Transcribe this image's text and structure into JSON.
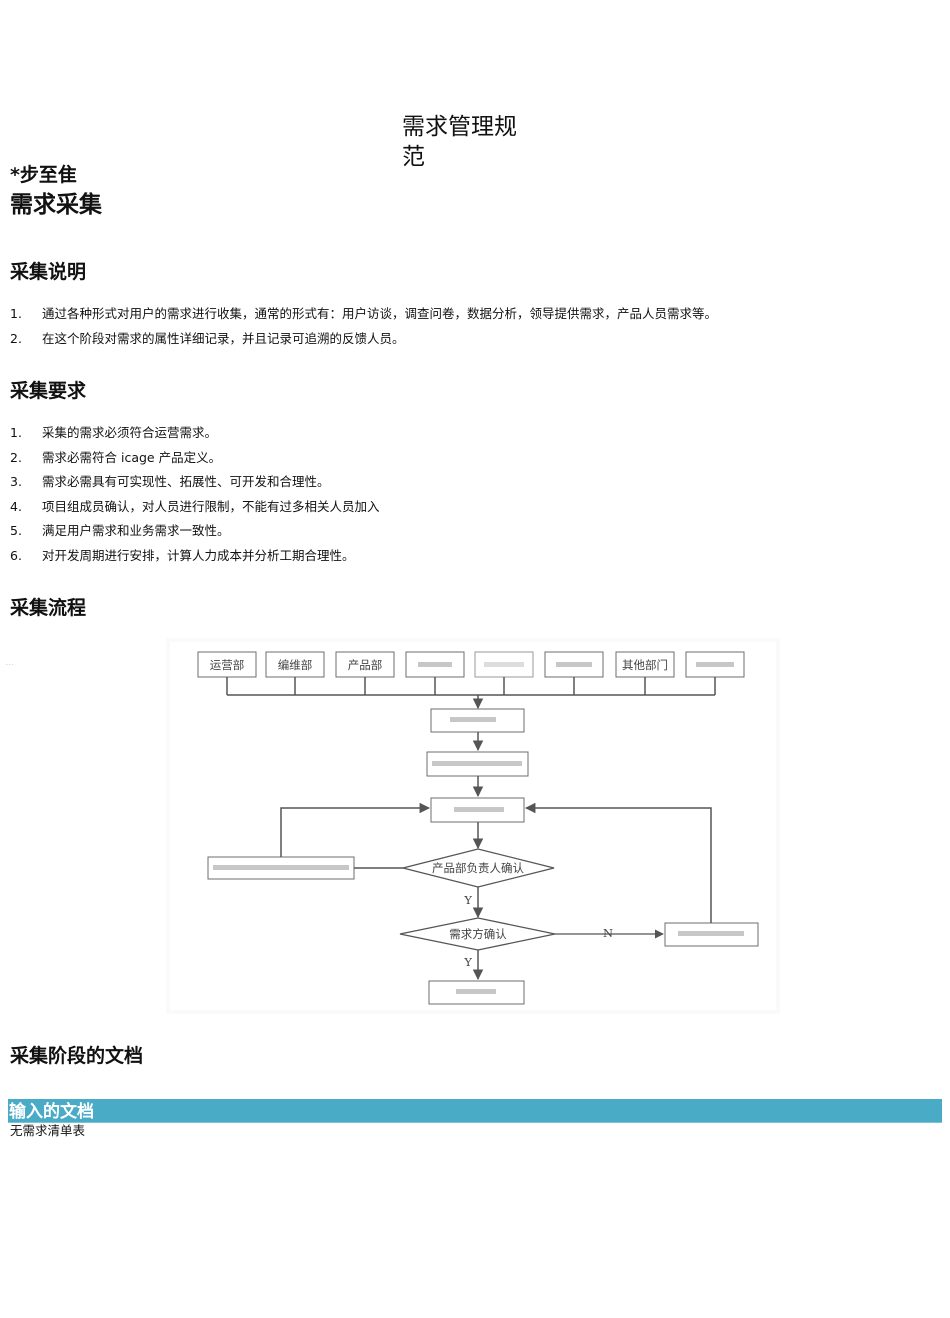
{
  "document": {
    "title": "需求管理规范",
    "subtitle": "*步至隹",
    "heading": "需求采集"
  },
  "sections": {
    "description": {
      "heading": "采集说明",
      "items": [
        "通过各种形式对用户的需求进行收集，通常的形式有：用户访谈，调查问卷，数据分析，领导提供需求，产品人员需求等。",
        "在这个阶段对需求的属性详细记录，并且记录可追溯的反馈人员。"
      ]
    },
    "requirements": {
      "heading": "采集要求",
      "items": [
        "采集的需求必须符合运营需求。",
        "需求必需符合 icage 产品定义。",
        "需求必需具有可实现性、拓展性、可开发和合理性。",
        "项目组成员确认，对人员进行限制，不能有过多相关人员加入",
        "满足用户需求和业务需求一致性。",
        "对开发周期进行安排，计算人力成本并分析工期合理性。"
      ]
    },
    "process": {
      "heading": "采集流程",
      "flowchart": {
        "sources": [
          "运营部",
          "编维部",
          "产品部",
          "",
          "",
          "",
          "其他部门",
          ""
        ],
        "product_confirm": "产品部负责人确认",
        "demand_confirm": "需求方确认",
        "label_yes": "Y",
        "label_no": "N"
      }
    },
    "documents": {
      "heading": "采集阶段的文档",
      "input_heading": "输入的文档",
      "input_text": "无需求清单表"
    }
  },
  "colors": {
    "section_bar": "#4aabc6",
    "flow_line": "#555555",
    "box_border": "#6e6e6e"
  }
}
